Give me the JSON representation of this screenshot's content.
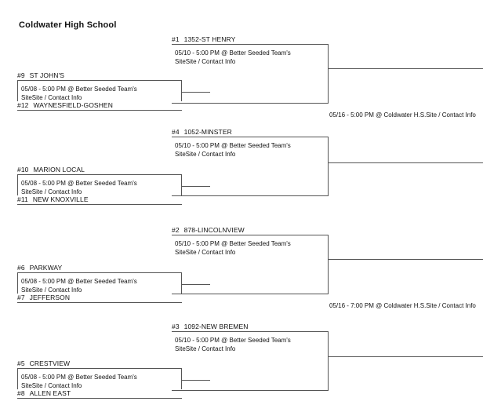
{
  "page": {
    "title": "Coldwater High School"
  },
  "labels": {
    "first_round_info": "05/08 - 5:00 PM @ Better Seeded Team's\nSiteSite / Contact Info",
    "quarter_round_info": "05/10 - 5:00 PM @ Better Seeded Team's\nSiteSite / Contact Info",
    "semifinal_top_info": "05/16 - 5:00 PM @ Coldwater H.S.Site / Contact Info",
    "semifinal_bottom_info": "05/16 - 7:00 PM @ Coldwater H.S.Site / Contact Info"
  },
  "bracket": {
    "first_round": [
      {
        "id": "r1-g1",
        "top_seed": "#9",
        "top_team": "ST JOHN'S",
        "bottom_seed": "#12",
        "bottom_team": "WAYNESFIELD-GOSHEN",
        "info": "05/08 - 5:00 PM @ Better Seeded Team's\nSiteSite / Contact Info"
      },
      {
        "id": "r1-g2",
        "top_seed": "#10",
        "top_team": "MARION LOCAL",
        "bottom_seed": "#11",
        "bottom_team": "NEW KNOXVILLE",
        "info": "05/08 - 5:00 PM @ Better Seeded Team's\nSiteSite / Contact Info"
      },
      {
        "id": "r1-g3",
        "top_seed": "#6",
        "top_team": "PARKWAY",
        "bottom_seed": "#7",
        "bottom_team": "JEFFERSON",
        "info": "05/08 - 5:00 PM @ Better Seeded Team's\nSiteSite / Contact Info"
      },
      {
        "id": "r1-g4",
        "top_seed": "#5",
        "top_team": "CRESTVIEW",
        "bottom_seed": "#8",
        "bottom_team": "ALLEN EAST",
        "info": "05/08 - 5:00 PM @ Better Seeded Team's\nSiteSite / Contact Info"
      }
    ],
    "quarterfinals": [
      {
        "id": "r2-g1",
        "seed": "#1",
        "team": "1352-ST HENRY",
        "info": "05/10 - 5:00 PM @ Better Seeded Team's\nSiteSite / Contact Info"
      },
      {
        "id": "r2-g2",
        "seed": "#4",
        "team": "1052-MINSTER",
        "info": "05/10 - 5:00 PM @ Better Seeded Team's\nSiteSite / Contact Info"
      },
      {
        "id": "r2-g3",
        "seed": "#2",
        "team": "878-LINCOLNVIEW",
        "info": "05/10 - 5:00 PM @ Better Seeded Team's\nSiteSite / Contact Info"
      },
      {
        "id": "r2-g4",
        "seed": "#3",
        "team": "1092-NEW BREMEN",
        "info": "05/10 - 5:00 PM @ Better Seeded Team's\nSiteSite / Contact Info"
      }
    ],
    "semifinals": [
      {
        "id": "sf-top",
        "info": "05/16 - 5:00 PM @ Coldwater H.S.Site / Contact Info"
      },
      {
        "id": "sf-bottom",
        "info": "05/16 - 7:00 PM @ Coldwater H.S.Site / Contact Info"
      }
    ]
  },
  "colors": {
    "line": "#555555",
    "text": "#111111",
    "background": "#ffffff"
  }
}
